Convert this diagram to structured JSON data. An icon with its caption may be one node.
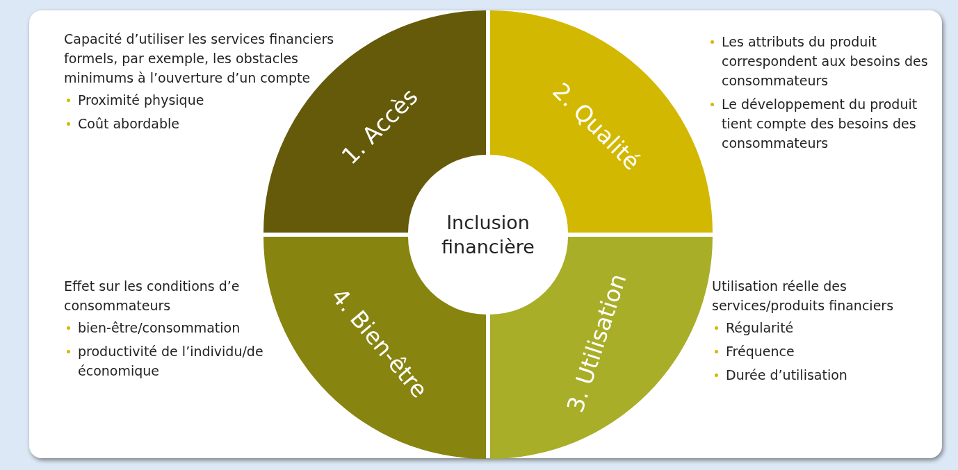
{
  "diagram": {
    "nodes": [
      {
        "text": [
          "1. Accès"
        ]
      },
      {
        "text": [
          "2. Qualité"
        ]
      },
      {
        "text": [
          "3. Utilisation"
        ]
      },
      {
        "text": [
          "4. Bien-être"
        ]
      },
      {
        "text": [
          "Inclusion financière"
        ]
      }
    ],
    "labels": [
      "Capacité d’utiliser les services financiers formels, par exemple, les obstacles minimums à l’ouverture d’un compte",
      "Proximité physique",
      "Coût abordable",
      "Les attributs du produit correspondent aux besoins des consommateurs",
      "Le développement du produit tient compte des besoins des consommateurs",
      "Effet sur les conditions d’e consommateurs",
      "bien-être/consommation",
      "productivité de l’individu/de économique",
      "Utilisation réelle des services/produits financiers",
      "Régularité",
      "Fréquence",
      "Durée d’utilisation"
    ]
  }
}
